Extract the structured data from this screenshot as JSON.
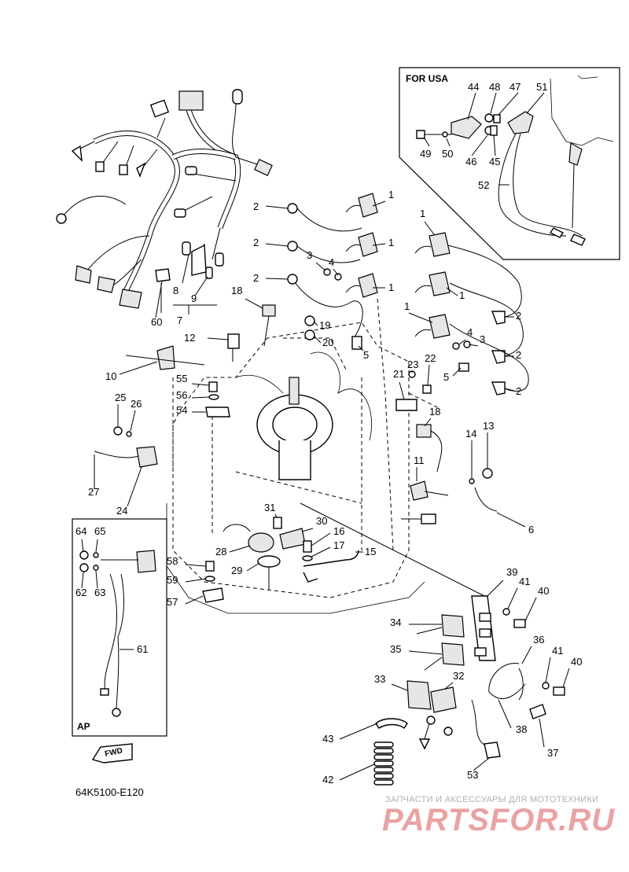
{
  "diagram": {
    "usa_box_title": "FOR USA",
    "ap_box_title": "AP",
    "fwd_label": "FWD",
    "reference_code": "64K5100-E120",
    "watermark_top": "ЗАПЧАСТИ И АКСЕССУАРЫ ДЛЯ МОТОТЕХНИКИ",
    "watermark_logo": "PARTSFOR.RU",
    "callouts": [
      {
        "id": "c1a",
        "label": "1"
      },
      {
        "id": "c1b",
        "label": "1"
      },
      {
        "id": "c1c",
        "label": "1"
      },
      {
        "id": "c1d",
        "label": "1"
      },
      {
        "id": "c1e",
        "label": "1"
      },
      {
        "id": "c1f",
        "label": "1"
      },
      {
        "id": "c2a",
        "label": "2"
      },
      {
        "id": "c2b",
        "label": "2"
      },
      {
        "id": "c2c",
        "label": "2"
      },
      {
        "id": "c2d",
        "label": "2"
      },
      {
        "id": "c2e",
        "label": "2"
      },
      {
        "id": "c2f",
        "label": "2"
      },
      {
        "id": "c3a",
        "label": "3"
      },
      {
        "id": "c3b",
        "label": "3"
      },
      {
        "id": "c4a",
        "label": "4"
      },
      {
        "id": "c4b",
        "label": "4"
      },
      {
        "id": "c5a",
        "label": "5"
      },
      {
        "id": "c5b",
        "label": "5"
      },
      {
        "id": "c6",
        "label": "6"
      },
      {
        "id": "c7",
        "label": "7"
      },
      {
        "id": "c8",
        "label": "8"
      },
      {
        "id": "c9",
        "label": "9"
      },
      {
        "id": "c10",
        "label": "10"
      },
      {
        "id": "c11",
        "label": "11"
      },
      {
        "id": "c12",
        "label": "12"
      },
      {
        "id": "c13",
        "label": "13"
      },
      {
        "id": "c14",
        "label": "14"
      },
      {
        "id": "c15",
        "label": "15"
      },
      {
        "id": "c16",
        "label": "16"
      },
      {
        "id": "c17",
        "label": "17"
      },
      {
        "id": "c18a",
        "label": "18"
      },
      {
        "id": "c18b",
        "label": "18"
      },
      {
        "id": "c19",
        "label": "19"
      },
      {
        "id": "c20",
        "label": "20"
      },
      {
        "id": "c21",
        "label": "21"
      },
      {
        "id": "c22",
        "label": "22"
      },
      {
        "id": "c23",
        "label": "23"
      },
      {
        "id": "c24",
        "label": "24"
      },
      {
        "id": "c25",
        "label": "25"
      },
      {
        "id": "c26",
        "label": "26"
      },
      {
        "id": "c27",
        "label": "27"
      },
      {
        "id": "c28",
        "label": "28"
      },
      {
        "id": "c29",
        "label": "29"
      },
      {
        "id": "c30",
        "label": "30"
      },
      {
        "id": "c31",
        "label": "31"
      },
      {
        "id": "c32",
        "label": "32"
      },
      {
        "id": "c33",
        "label": "33"
      },
      {
        "id": "c34",
        "label": "34"
      },
      {
        "id": "c35",
        "label": "35"
      },
      {
        "id": "c36",
        "label": "36"
      },
      {
        "id": "c37",
        "label": "37"
      },
      {
        "id": "c38",
        "label": "38"
      },
      {
        "id": "c39",
        "label": "39"
      },
      {
        "id": "c40a",
        "label": "40"
      },
      {
        "id": "c40b",
        "label": "40"
      },
      {
        "id": "c41a",
        "label": "41"
      },
      {
        "id": "c41b",
        "label": "41"
      },
      {
        "id": "c42",
        "label": "42"
      },
      {
        "id": "c43",
        "label": "43"
      },
      {
        "id": "c44",
        "label": "44"
      },
      {
        "id": "c45",
        "label": "45"
      },
      {
        "id": "c46",
        "label": "46"
      },
      {
        "id": "c47",
        "label": "47"
      },
      {
        "id": "c48",
        "label": "48"
      },
      {
        "id": "c49",
        "label": "49"
      },
      {
        "id": "c50",
        "label": "50"
      },
      {
        "id": "c51",
        "label": "51"
      },
      {
        "id": "c52",
        "label": "52"
      },
      {
        "id": "c53",
        "label": "53"
      },
      {
        "id": "c54",
        "label": "54"
      },
      {
        "id": "c55",
        "label": "55"
      },
      {
        "id": "c56",
        "label": "56"
      },
      {
        "id": "c57",
        "label": "57"
      },
      {
        "id": "c58",
        "label": "58"
      },
      {
        "id": "c59",
        "label": "59"
      },
      {
        "id": "c60",
        "label": "60"
      },
      {
        "id": "c61",
        "label": "61"
      },
      {
        "id": "c62",
        "label": "62"
      },
      {
        "id": "c63",
        "label": "63"
      },
      {
        "id": "c64",
        "label": "64"
      },
      {
        "id": "c65",
        "label": "65"
      }
    ]
  }
}
